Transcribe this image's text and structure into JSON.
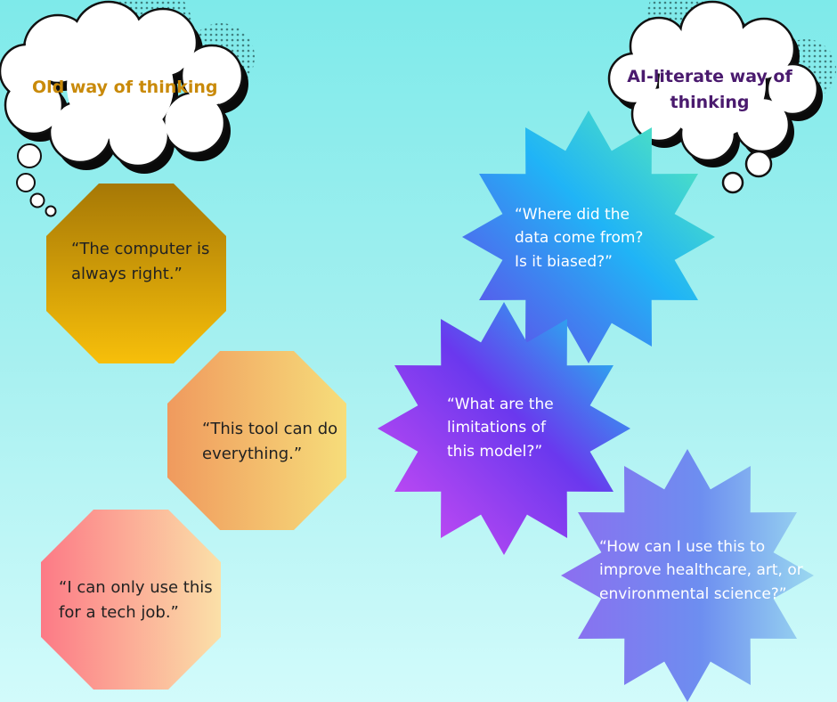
{
  "old_way": {
    "heading": "Old way of thinking",
    "statements": [
      "“The computer is always right.”",
      "“This tool can do everything.”",
      "“I can only use this for a tech job.”"
    ]
  },
  "new_way": {
    "heading": "AI-literate way of thinking",
    "questions": [
      "“Where did the data come from? Is it biased?”",
      "“What are the limitations of this model?”",
      "“How can I use this to improve healthcare, art, or environmental science?”"
    ]
  },
  "colors": {
    "old_heading": "#c98a0a",
    "new_heading": "#4a1a6e",
    "octagon_1": [
      "#a67806",
      "#f7bf0a"
    ],
    "octagon_2": [
      "#f09a5e",
      "#f6dd7a"
    ],
    "octagon_3": [
      "#fc7a86",
      "#fbe0a8"
    ],
    "star_1": [
      "#6a3ee8",
      "#20b4f6",
      "#5ef2b0"
    ],
    "star_2": [
      "#d84ef4",
      "#6a38ee",
      "#10d8f0"
    ],
    "star_3": [
      "#8c6ef0",
      "#6d8ef0",
      "#9ad8f0"
    ]
  }
}
